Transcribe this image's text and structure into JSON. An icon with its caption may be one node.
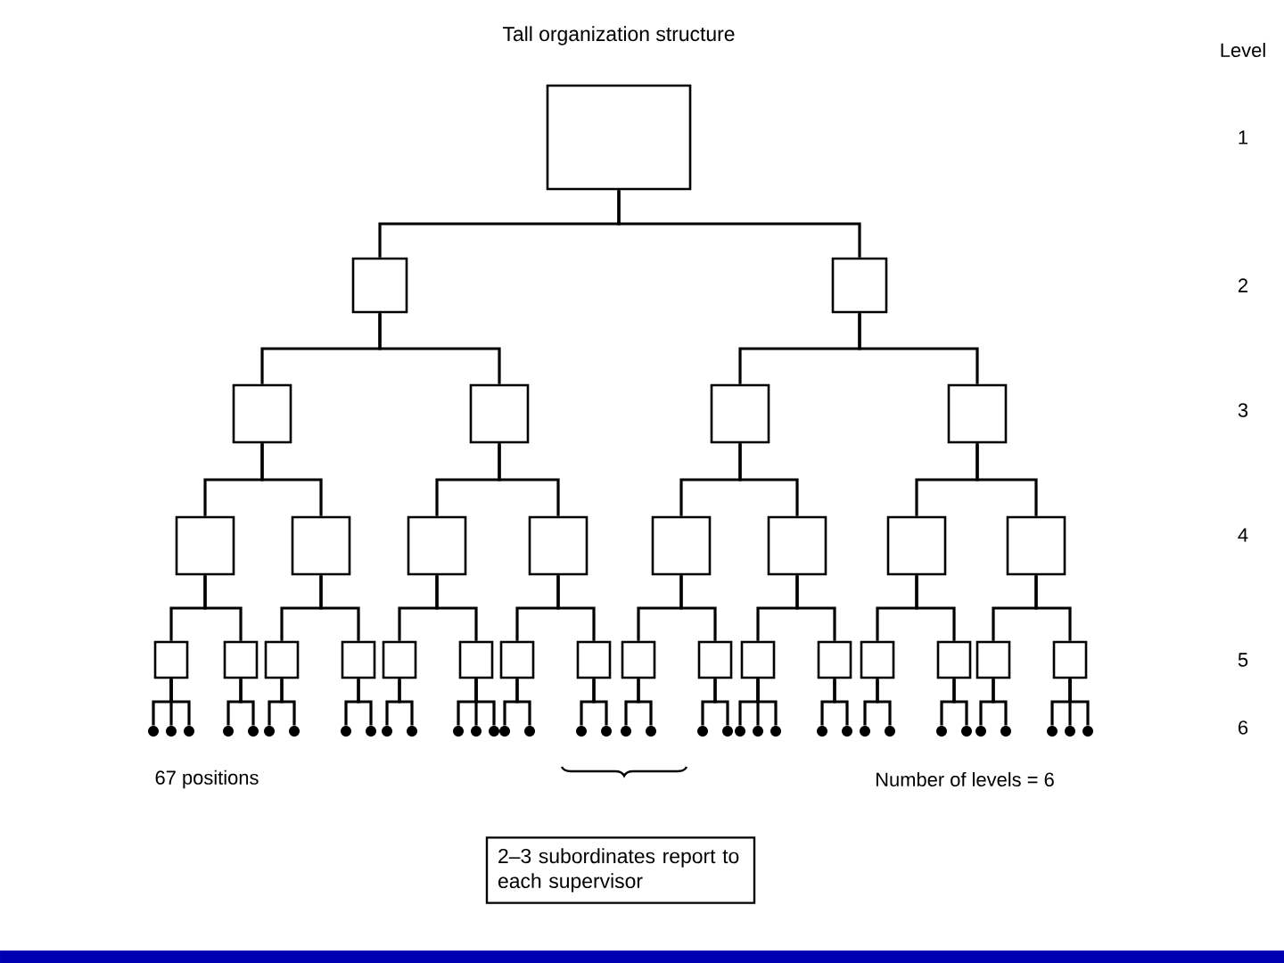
{
  "diagram": {
    "title": "Tall organization structure",
    "nodes": [
      {
        "text": [],
        "shape": "box"
      },
      {
        "text": [],
        "shape": "box"
      },
      {
        "text": [],
        "shape": "box"
      },
      {
        "text": [],
        "shape": "box"
      },
      {
        "text": [],
        "shape": "box"
      },
      {
        "text": [],
        "shape": "box"
      },
      {
        "text": [],
        "shape": "box"
      },
      {
        "text": [],
        "shape": "box"
      },
      {
        "text": [],
        "shape": "box"
      },
      {
        "text": [],
        "shape": "box"
      },
      {
        "text": [],
        "shape": "box"
      },
      {
        "text": [],
        "shape": "box"
      },
      {
        "text": [],
        "shape": "box"
      },
      {
        "text": [],
        "shape": "box"
      },
      {
        "text": [],
        "shape": "box"
      },
      {
        "text": [],
        "shape": "box"
      },
      {
        "text": [],
        "shape": "box"
      },
      {
        "text": [],
        "shape": "box"
      },
      {
        "text": [],
        "shape": "box"
      },
      {
        "text": [],
        "shape": "box"
      },
      {
        "text": [],
        "shape": "box"
      },
      {
        "text": [],
        "shape": "box"
      },
      {
        "text": [],
        "shape": "box"
      },
      {
        "text": [],
        "shape": "box"
      },
      {
        "text": [],
        "shape": "box"
      },
      {
        "text": [],
        "shape": "box"
      },
      {
        "text": [],
        "shape": "box"
      },
      {
        "text": [],
        "shape": "box"
      },
      {
        "text": [],
        "shape": "box"
      },
      {
        "text": [],
        "shape": "box"
      },
      {
        "text": [],
        "shape": "box"
      },
      {
        "text": [],
        "shape": "circle"
      },
      {
        "text": [],
        "shape": "circle"
      },
      {
        "text": [],
        "shape": "circle"
      },
      {
        "text": [],
        "shape": "circle"
      },
      {
        "text": [],
        "shape": "circle"
      },
      {
        "text": [],
        "shape": "circle"
      },
      {
        "text": [],
        "shape": "circle"
      },
      {
        "text": [],
        "shape": "circle"
      },
      {
        "text": [],
        "shape": "circle"
      },
      {
        "text": [],
        "shape": "circle"
      },
      {
        "text": [],
        "shape": "circle"
      },
      {
        "text": [],
        "shape": "circle"
      },
      {
        "text": [],
        "shape": "circle"
      },
      {
        "text": [],
        "shape": "circle"
      },
      {
        "text": [],
        "shape": "circle"
      },
      {
        "text": [],
        "shape": "circle"
      },
      {
        "text": [],
        "shape": "circle"
      },
      {
        "text": [],
        "shape": "circle"
      },
      {
        "text": [],
        "shape": "circle"
      },
      {
        "text": [],
        "shape": "circle"
      },
      {
        "text": [],
        "shape": "circle"
      },
      {
        "text": [],
        "shape": "circle"
      },
      {
        "text": [],
        "shape": "circle"
      },
      {
        "text": [],
        "shape": "circle"
      },
      {
        "text": [],
        "shape": "circle"
      },
      {
        "text": [],
        "shape": "circle"
      },
      {
        "text": [],
        "shape": "circle"
      },
      {
        "text": [],
        "shape": "circle"
      },
      {
        "text": [],
        "shape": "circle"
      },
      {
        "text": [],
        "shape": "circle"
      },
      {
        "text": [],
        "shape": "circle"
      },
      {
        "text": [],
        "shape": "circle"
      },
      {
        "text": [],
        "shape": "circle"
      },
      {
        "text": [],
        "shape": "circle"
      },
      {
        "text": [],
        "shape": "circle"
      },
      {
        "text": [],
        "shape": "circle"
      },
      {
        "text": [
          "2–3 subordinates report to each supervisor"
        ]
      }
    ],
    "edges": [
      {
        "from": 0,
        "to": 1,
        "arrow": "none"
      },
      {
        "from": 0,
        "to": 2,
        "arrow": "none"
      },
      {
        "from": 1,
        "to": 3,
        "arrow": "none"
      },
      {
        "from": 1,
        "to": 4,
        "arrow": "none"
      },
      {
        "from": 2,
        "to": 5,
        "arrow": "none"
      },
      {
        "from": 2,
        "to": 6,
        "arrow": "none"
      },
      {
        "from": 3,
        "to": 7,
        "arrow": "none"
      },
      {
        "from": 3,
        "to": 8,
        "arrow": "none"
      },
      {
        "from": 4,
        "to": 9,
        "arrow": "none"
      },
      {
        "from": 4,
        "to": 10,
        "arrow": "none"
      },
      {
        "from": 5,
        "to": 11,
        "arrow": "none"
      },
      {
        "from": 5,
        "to": 12,
        "arrow": "none"
      },
      {
        "from": 6,
        "to": 13,
        "arrow": "none"
      },
      {
        "from": 6,
        "to": 14,
        "arrow": "none"
      },
      {
        "from": 7,
        "to": 15,
        "arrow": "none"
      },
      {
        "from": 7,
        "to": 16,
        "arrow": "none"
      },
      {
        "from": 8,
        "to": 17,
        "arrow": "none"
      },
      {
        "from": 8,
        "to": 18,
        "arrow": "none"
      },
      {
        "from": 9,
        "to": 19,
        "arrow": "none"
      },
      {
        "from": 9,
        "to": 20,
        "arrow": "none"
      },
      {
        "from": 10,
        "to": 21,
        "arrow": "none"
      },
      {
        "from": 10,
        "to": 22,
        "arrow": "none"
      },
      {
        "from": 11,
        "to": 23,
        "arrow": "none"
      },
      {
        "from": 11,
        "to": 24,
        "arrow": "none"
      },
      {
        "from": 12,
        "to": 25,
        "arrow": "none"
      },
      {
        "from": 12,
        "to": 26,
        "arrow": "none"
      },
      {
        "from": 13,
        "to": 27,
        "arrow": "none"
      },
      {
        "from": 13,
        "to": 28,
        "arrow": "none"
      },
      {
        "from": 14,
        "to": 29,
        "arrow": "none"
      },
      {
        "from": 14,
        "to": 30,
        "arrow": "none"
      },
      {
        "from": 15,
        "to": 31,
        "arrow": "none"
      },
      {
        "from": 15,
        "to": 32,
        "arrow": "none"
      },
      {
        "from": 15,
        "to": 33,
        "arrow": "none"
      },
      {
        "from": 16,
        "to": 34,
        "arrow": "none"
      },
      {
        "from": 16,
        "to": 35,
        "arrow": "none"
      },
      {
        "from": 17,
        "to": 36,
        "arrow": "none"
      },
      {
        "from": 17,
        "to": 37,
        "arrow": "none"
      },
      {
        "from": 18,
        "to": 38,
        "arrow": "none"
      },
      {
        "from": 18,
        "to": 39,
        "arrow": "none"
      },
      {
        "from": 19,
        "to": 40,
        "arrow": "none"
      },
      {
        "from": 19,
        "to": 41,
        "arrow": "none"
      },
      {
        "from": 20,
        "to": 42,
        "arrow": "none"
      },
      {
        "from": 20,
        "to": 43,
        "arrow": "none"
      },
      {
        "from": 20,
        "to": 44,
        "arrow": "none"
      },
      {
        "from": 21,
        "to": 45,
        "arrow": "none"
      },
      {
        "from": 21,
        "to": 46,
        "arrow": "none"
      },
      {
        "from": 22,
        "to": 47,
        "arrow": "none"
      },
      {
        "from": 22,
        "to": 48,
        "arrow": "none"
      },
      {
        "from": 23,
        "to": 49,
        "arrow": "none"
      },
      {
        "from": 23,
        "to": 50,
        "arrow": "none"
      },
      {
        "from": 24,
        "to": 51,
        "arrow": "none"
      },
      {
        "from": 24,
        "to": 52,
        "arrow": "none"
      },
      {
        "from": 25,
        "to": 53,
        "arrow": "none"
      },
      {
        "from": 25,
        "to": 54,
        "arrow": "none"
      },
      {
        "from": 25,
        "to": 55,
        "arrow": "none"
      },
      {
        "from": 26,
        "to": 56,
        "arrow": "none"
      },
      {
        "from": 26,
        "to": 57,
        "arrow": "none"
      },
      {
        "from": 27,
        "to": 58,
        "arrow": "none"
      },
      {
        "from": 27,
        "to": 59,
        "arrow": "none"
      },
      {
        "from": 28,
        "to": 60,
        "arrow": "none"
      },
      {
        "from": 28,
        "to": 61,
        "arrow": "none"
      },
      {
        "from": 29,
        "to": 62,
        "arrow": "none"
      },
      {
        "from": 29,
        "to": 63,
        "arrow": "none"
      },
      {
        "from": 30,
        "to": 64,
        "arrow": "none"
      },
      {
        "from": 30,
        "to": 65,
        "arrow": "none"
      },
      {
        "from": 30,
        "to": 66,
        "arrow": "none"
      }
    ],
    "labels": [
      "Level",
      "1",
      "2",
      "3",
      "4",
      "5",
      "6",
      "67 positions",
      "Number of levels = 6"
    ]
  }
}
